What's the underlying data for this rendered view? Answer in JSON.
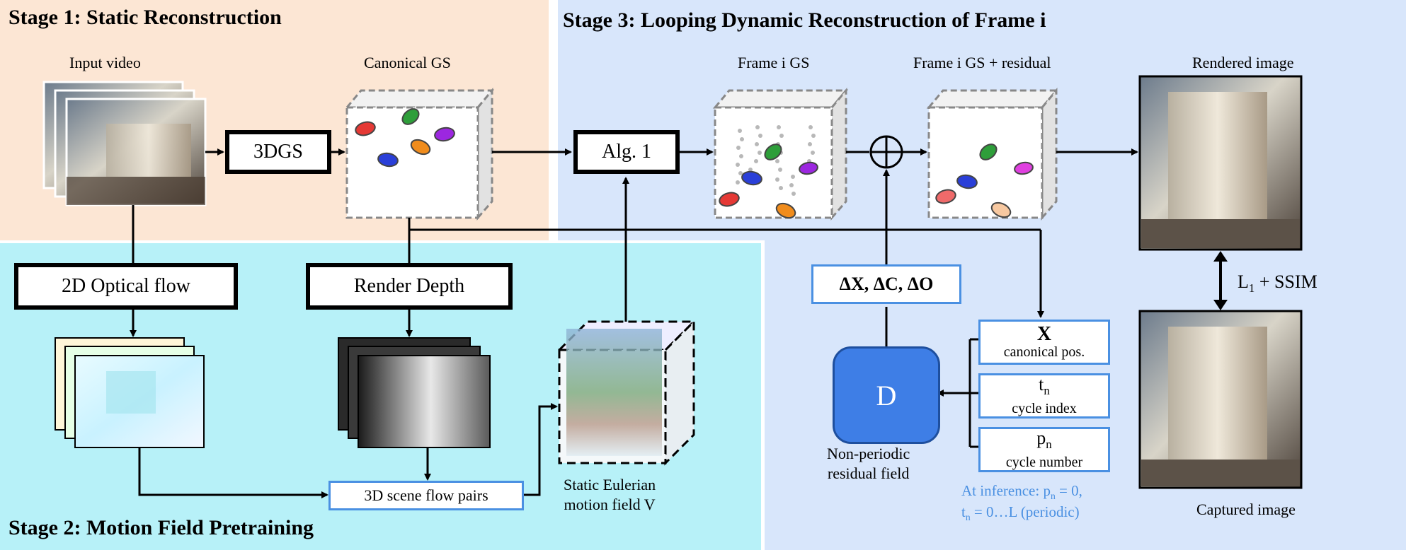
{
  "stage1": {
    "title": "Stage 1: Static Reconstruction",
    "input_label": "Input video",
    "canonical_label": "Canonical GS",
    "box_3dgs": "3DGS"
  },
  "stage2": {
    "title": "Stage 2: Motion Field Pretraining",
    "optical_flow": "2D Optical flow",
    "render_depth": "Render Depth",
    "scene_flow": "3D scene flow pairs",
    "motion_field_line1": "Static Eulerian",
    "motion_field_line2": "motion field V"
  },
  "stage3": {
    "title": "Stage 3: Looping Dynamic Reconstruction of Frame i",
    "alg": "Alg. 1",
    "frame_gs": "Frame i GS",
    "frame_gs_residual": "Frame i GS + residual",
    "rendered": "Rendered image",
    "captured": "Captured image",
    "loss": "L",
    "loss_sub": "1",
    "loss_rest": " + SSIM",
    "delta": "ΔX, ΔC, ΔO",
    "d_label": "D",
    "residual_line1": "Non-periodic",
    "residual_line2": "residual field",
    "x_sym": "X",
    "x_desc": "canonical pos.",
    "t_sym": "t",
    "t_sub": "n",
    "t_desc": "cycle index",
    "p_sym": "p",
    "p_sub": "n",
    "p_desc": "cycle number",
    "note1_a": "At inference: p",
    "note1_sub": "n",
    "note1_b": " = 0,",
    "note2_a": "t",
    "note2_sub": "n",
    "note2_b": " = 0…L (periodic)"
  },
  "colors": {
    "stage1_bg": "#fce6d4",
    "stage2_bg": "#b7f1f8",
    "stage3_bg": "#d8e6fb",
    "accent_blue": "#4a90e2",
    "d_fill": "#3e7ee6"
  }
}
